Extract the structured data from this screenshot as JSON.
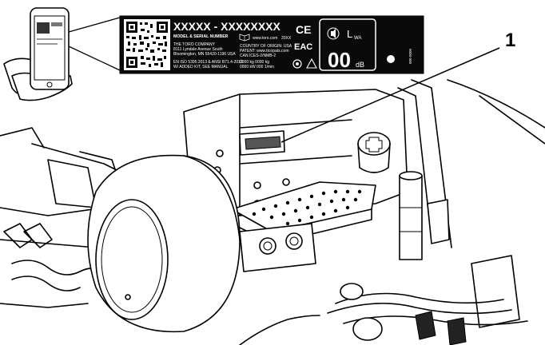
{
  "callout": {
    "number": "1"
  },
  "plate": {
    "model_serial": "XXXXX - XXXXXXXX",
    "model_serial_label": "MODEL & SERIAL NUMBER",
    "company": "THE TORO COMPANY",
    "address1": "8111 Lyndale Avenue South",
    "address2": "Bloomington, MN 55420-1196 USA",
    "standard1": "EN ISO 5395:2013 & ANSI B71.4-2012",
    "standard2": "W/ ADDED KIT, SEE MANUAL",
    "website": "www.toro.com",
    "year": "20XX",
    "origin": "COUNTRY OF ORIGIN: USA",
    "patent": "PATENT: www.ttcopats.com",
    "can_ices": "CAN ICES-2/NMB-2",
    "weight1": "0000 kg    0000 kg",
    "weight2": "0000 kW    000 1/min",
    "ce_mark": "CE",
    "eac_mark": "EAC",
    "lwa_symbol": "L",
    "lwa_sub": "WA",
    "sound_value": "00",
    "sound_unit": "dB",
    "part_code": "000-0000"
  }
}
